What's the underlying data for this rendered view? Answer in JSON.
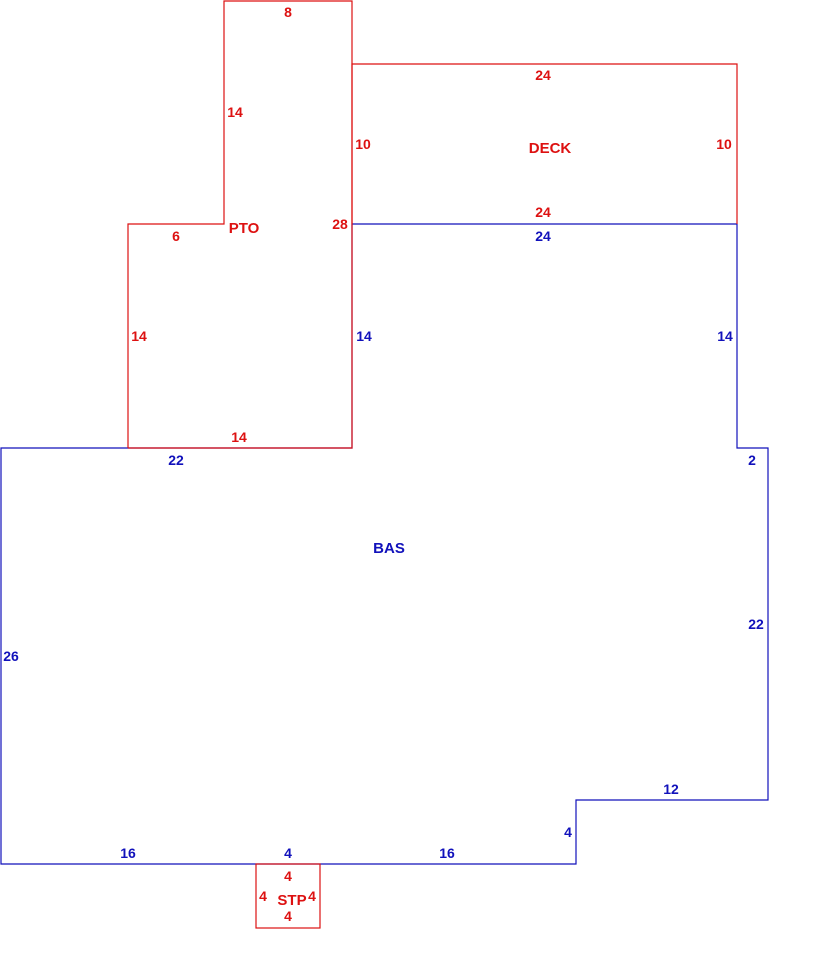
{
  "colors": {
    "red": "#dd1111",
    "blue": "#1111bb"
  },
  "areas": {
    "pto": "PTO",
    "deck": "DECK",
    "bas": "BAS",
    "stp": "STP"
  },
  "pto_dims": {
    "top": "8",
    "upper_left": "14",
    "step_left": "6",
    "lower_left": "14",
    "bottom": "14",
    "right": "28"
  },
  "deck_dims": {
    "top": "24",
    "left": "10",
    "right": "10",
    "bottom": "24"
  },
  "bas_dims": {
    "top_right_segment": "24",
    "left_upper": "14",
    "right_upper": "14",
    "step_right": "2",
    "top_left_segment": "22",
    "left": "26",
    "right": "22",
    "notch_top": "12",
    "notch_side": "4",
    "bottom_left": "16",
    "bottom_middle": "4",
    "bottom_right": "16"
  },
  "stp_dims": {
    "top": "4",
    "left": "4",
    "right": "4",
    "bottom": "4"
  }
}
